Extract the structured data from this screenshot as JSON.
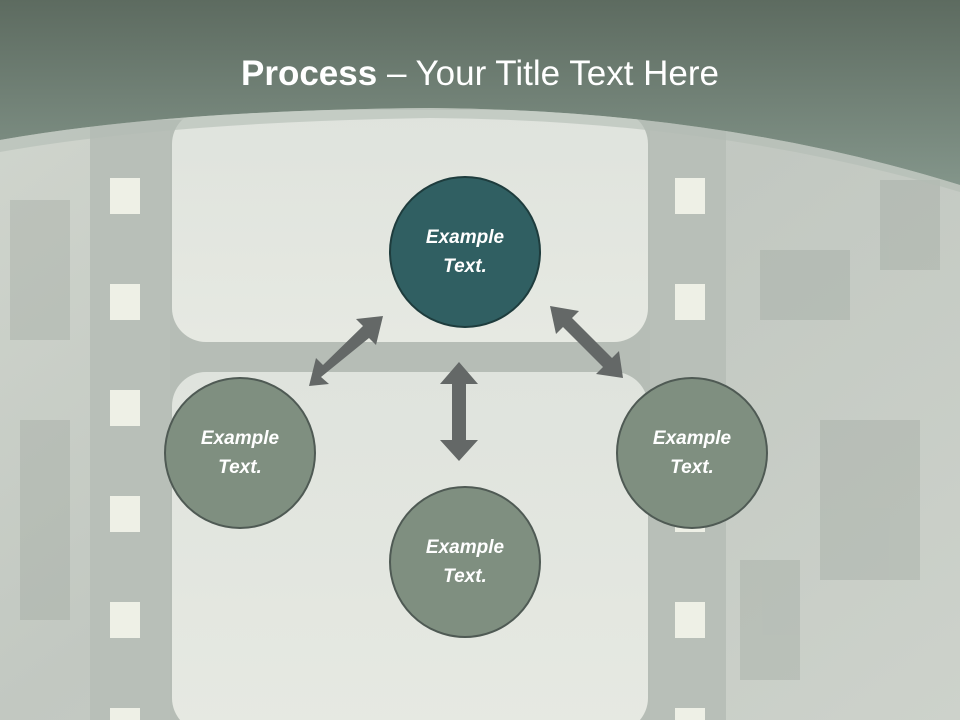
{
  "title": {
    "bold": "Process",
    "rest": " – Your Title Text Here"
  },
  "colors": {
    "header": "#7a8c7d",
    "center_circle": "#305f62",
    "outer_circle": "#7f8f80",
    "arrow": "#646867"
  },
  "nodes": {
    "top": {
      "line1": "Example",
      "line2": "Text."
    },
    "left": {
      "line1": "Example",
      "line2": "Text."
    },
    "bottom": {
      "line1": "Example",
      "line2": "Text."
    },
    "right": {
      "line1": "Example",
      "line2": "Text."
    }
  }
}
